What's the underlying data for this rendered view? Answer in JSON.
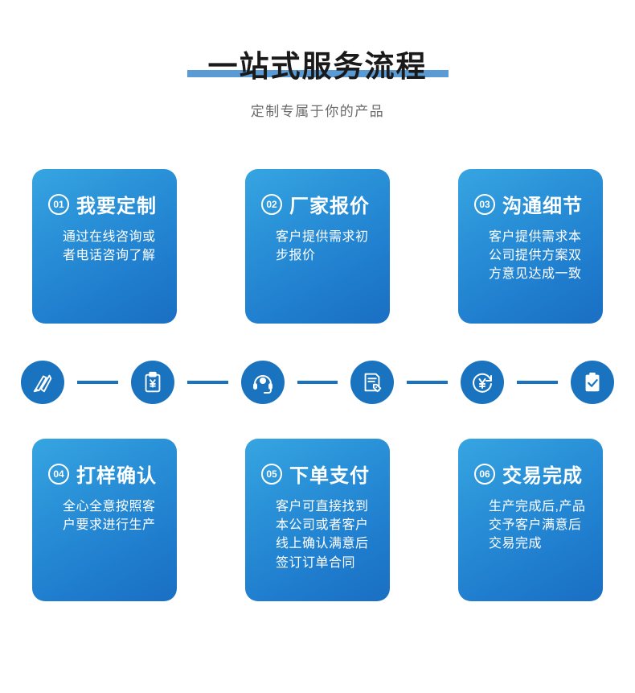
{
  "header": {
    "title": "一站式服务流程",
    "subtitle": "定制专属于你的产品",
    "underline_color": "#5b9bd5",
    "title_color": "#1a1a1a",
    "subtitle_color": "#6b6b6b"
  },
  "theme": {
    "card_gradient_start": "#37a5e2",
    "card_gradient_end": "#1a6fc3",
    "icon_blue": "#1a73bf",
    "background": "#ffffff"
  },
  "steps_top": [
    {
      "number": "01",
      "title": "我要定制",
      "body": "通过在线咨询或者电话咨询了解"
    },
    {
      "number": "02",
      "title": "厂家报价",
      "body": "客户提供需求初步报价"
    },
    {
      "number": "03",
      "title": "沟通细节",
      "body": "客户提供需求本公司提供方案双方意见达成一致"
    }
  ],
  "steps_bottom": [
    {
      "number": "04",
      "title": "打样确认",
      "body": "全心全意按照客户要求进行生产"
    },
    {
      "number": "05",
      "title": "下单支付",
      "body": "客户可直接找到本公司或者客户线上确认满意后签订订单合同"
    },
    {
      "number": "06",
      "title": "交易完成",
      "body": "生产完成后,产品交予客户满意后交易完成"
    }
  ],
  "icon_strip": [
    {
      "icon": "design-tools-icon"
    },
    {
      "icon": "quote-clipboard-icon"
    },
    {
      "icon": "headset-support-icon"
    },
    {
      "icon": "document-tag-icon"
    },
    {
      "icon": "yuan-payment-icon"
    },
    {
      "icon": "clipboard-check-icon"
    }
  ]
}
